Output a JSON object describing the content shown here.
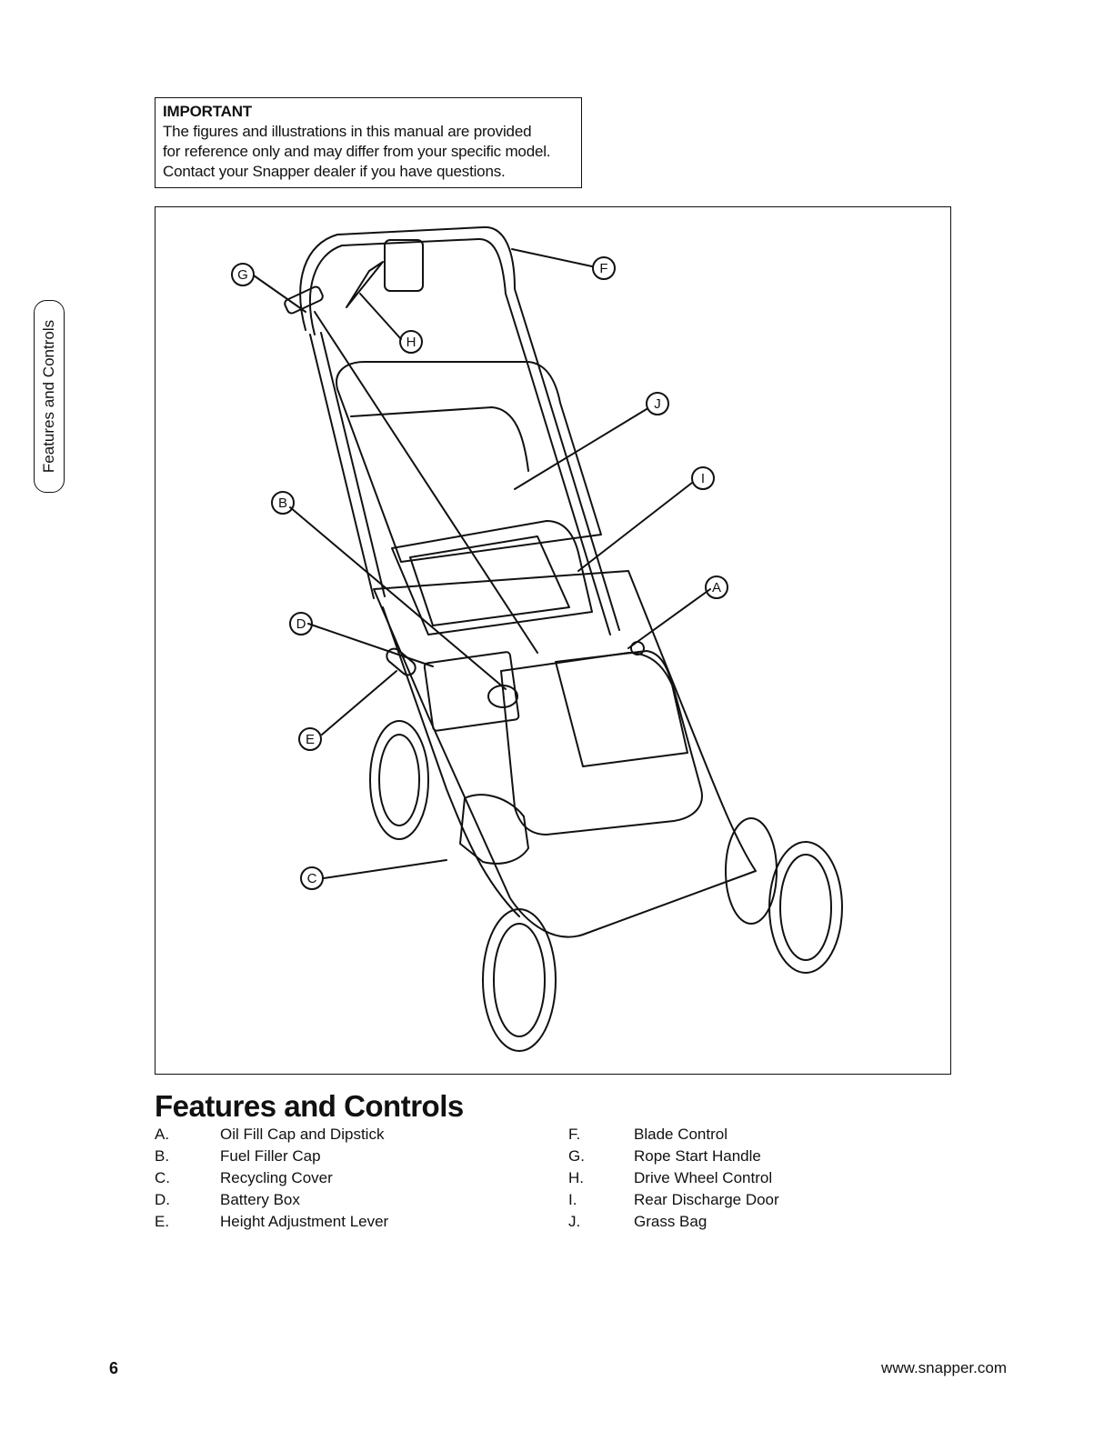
{
  "important": {
    "heading": "IMPORTANT",
    "lines": [
      "The figures and illustrations in this manual are provided",
      "for reference only and may differ from your specific model.",
      "Contact your Snapper dealer if you have questions."
    ]
  },
  "side_tab": {
    "label": "Features and Controls"
  },
  "figure": {
    "callouts": [
      "G",
      "F",
      "H",
      "J",
      "I",
      "B",
      "A",
      "D",
      "E",
      "C"
    ]
  },
  "section": {
    "title": "Features and Controls"
  },
  "legend": {
    "left": [
      {
        "letter": "A.",
        "label": "Oil Fill Cap and Dipstick"
      },
      {
        "letter": "B.",
        "label": "Fuel Filler Cap"
      },
      {
        "letter": "C.",
        "label": "Recycling Cover"
      },
      {
        "letter": "D.",
        "label": "Battery Box"
      },
      {
        "letter": "E.",
        "label": "Height Adjustment Lever"
      }
    ],
    "right": [
      {
        "letter": "F.",
        "label": "Blade Control"
      },
      {
        "letter": "G.",
        "label": "Rope Start Handle"
      },
      {
        "letter": "H.",
        "label": "Drive Wheel Control"
      },
      {
        "letter": "I.",
        "label": "Rear Discharge Door"
      },
      {
        "letter": "J.",
        "label": "Grass Bag"
      }
    ]
  },
  "footer": {
    "page_number": "6",
    "url": "www.snapper.com"
  }
}
